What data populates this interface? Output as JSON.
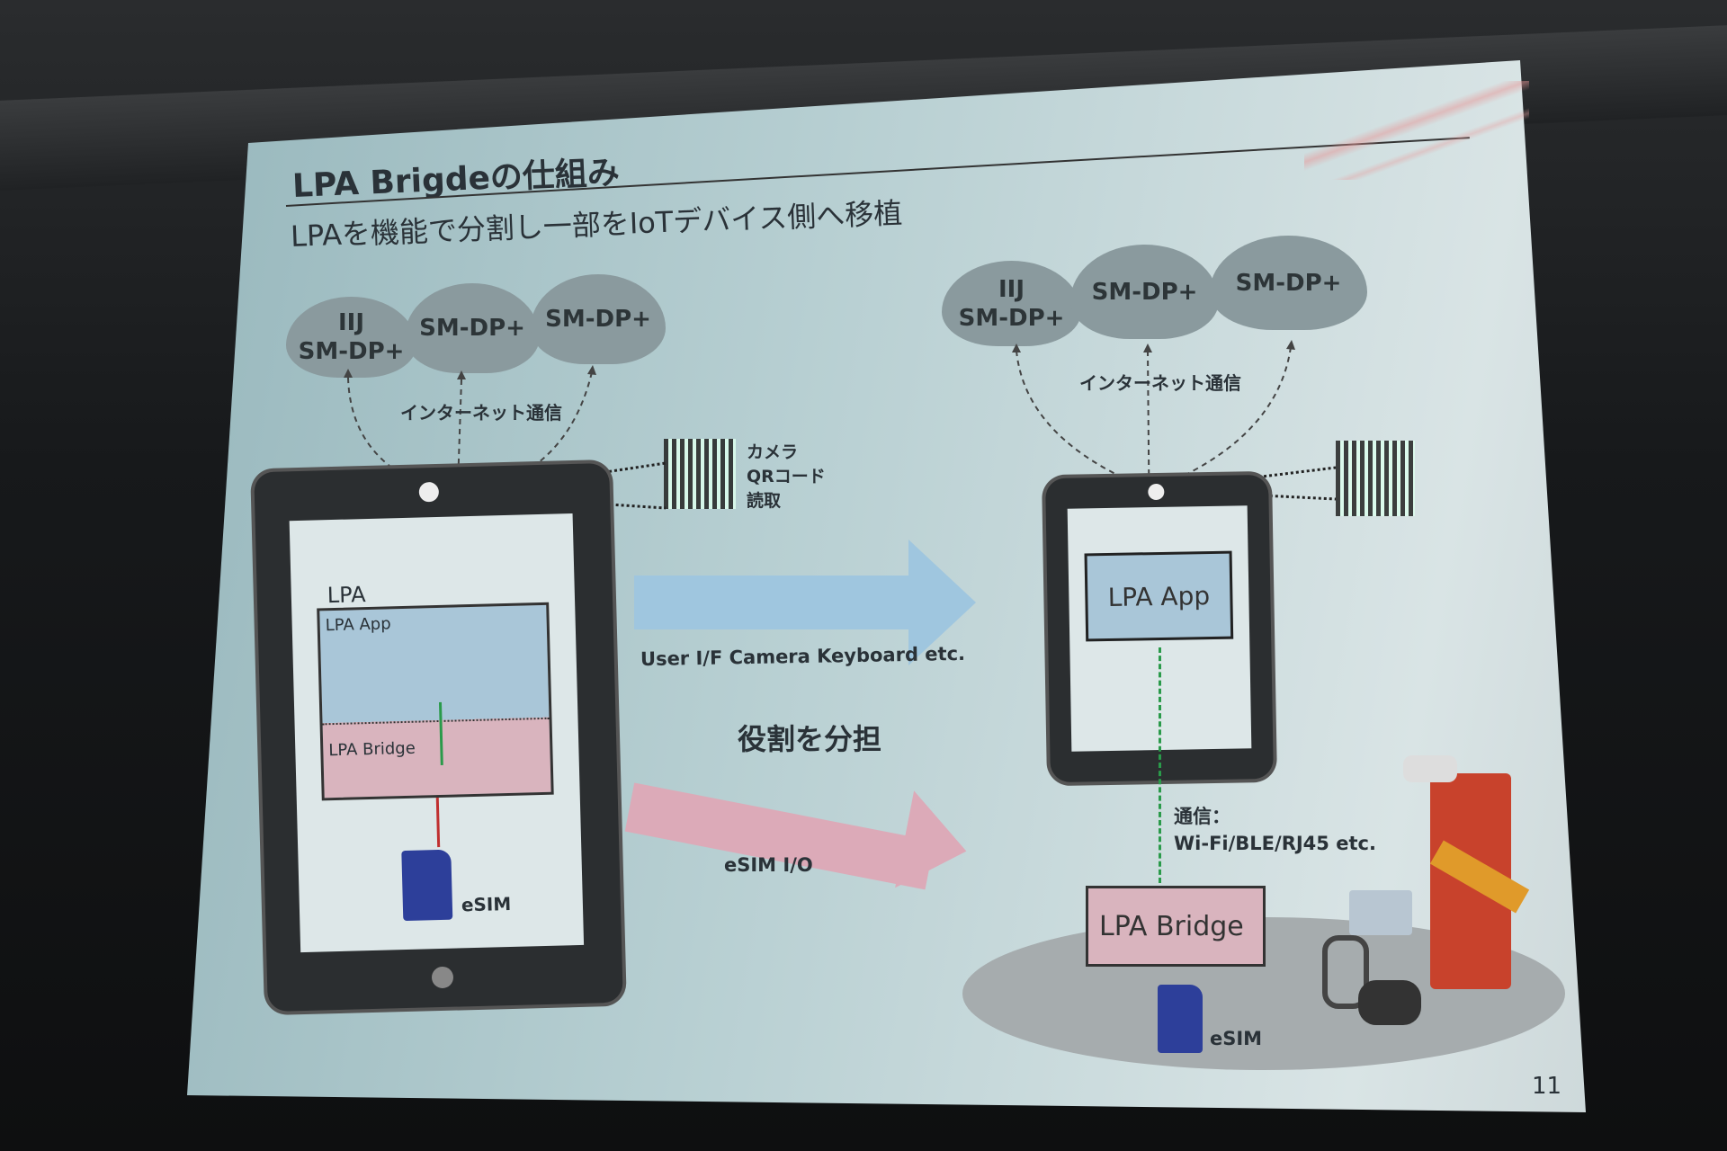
{
  "slide": {
    "title": "LPA Brigdeの仕組み",
    "subtitle": "LPAを機能で分割し一部をIoTデバイス側へ移植",
    "page_number": "11",
    "left": {
      "clouds": [
        {
          "line1": "IIJ",
          "line2": "SM-DP+"
        },
        {
          "line1": "",
          "line2": "SM-DP+"
        },
        {
          "line1": "",
          "line2": "SM-DP+"
        }
      ],
      "internet_label": "インターネット通信",
      "camera_label": [
        "カメラ",
        "QRコード",
        "読取"
      ],
      "lpa_label": "LPA",
      "lpa_app_label": "LPA App",
      "lpa_bridge_label": "LPA Bridge",
      "esim_label": "eSIM"
    },
    "middle": {
      "arrow1_label": "User I/F Camera Keyboard etc.",
      "role_label": "役割を分担",
      "arrow2_label": "eSIM I/O"
    },
    "right": {
      "clouds": [
        {
          "line1": "IIJ",
          "line2": "SM-DP+"
        },
        {
          "line1": "",
          "line2": "SM-DP+"
        },
        {
          "line1": "",
          "line2": "SM-DP+"
        }
      ],
      "internet_label": "インターネット通信",
      "lpa_app_label": "LPA App",
      "comm_label": "通信：",
      "comm_protocols": "Wi-Fi/BLE/RJ45 etc.",
      "lpa_bridge_label": "LPA Bridge",
      "esim_label": "eSIM"
    }
  }
}
